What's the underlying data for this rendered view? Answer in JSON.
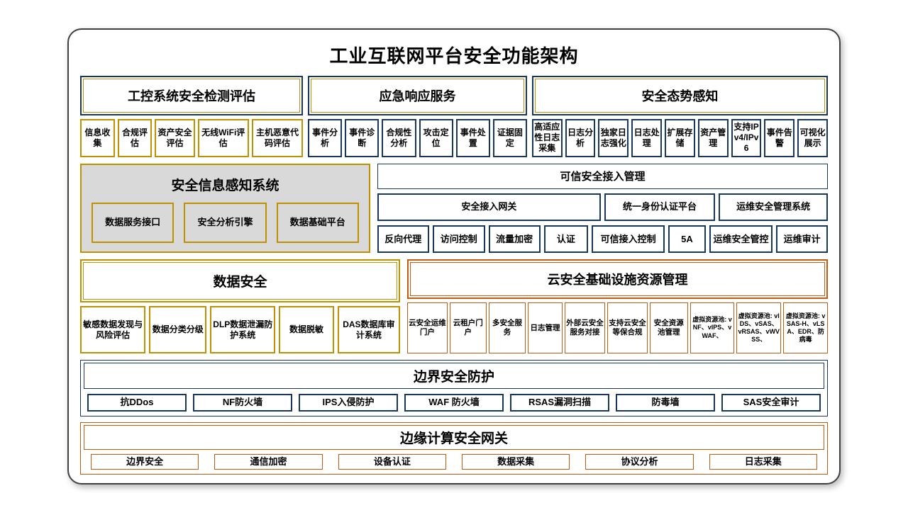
{
  "title": "工业互联网平台安全功能架构",
  "colors": {
    "navy": "#17375e",
    "gold": "#bf9000",
    "orange": "#c55a11",
    "gray": "#d9d9d9",
    "frame": "#404040"
  },
  "ics": {
    "title": "工控系统安全检测评估",
    "items": [
      "信息收集",
      "合规评估",
      "资产安全评估",
      "无线WiFi评估",
      "主机恶意代码评估"
    ]
  },
  "emergency": {
    "title": "应急响应服务",
    "items": [
      "事件分析",
      "事件诊断",
      "合规性分析",
      "攻击定位",
      "事件处置",
      "证据固定"
    ]
  },
  "awareness": {
    "title": "安全态势感知",
    "items": [
      "高适应性日志采集",
      "日志分析",
      "独家日志强化",
      "日志处理",
      "扩展存储",
      "资产管理",
      "支持IPv4/IPv6",
      "事件告警",
      "可视化展示"
    ]
  },
  "perception": {
    "title": "安全信息感知系统",
    "items": [
      "数据服务接口",
      "安全分析引擎",
      "数据基础平台"
    ]
  },
  "trusted": {
    "title": "可信安全接入管理",
    "gateways": [
      "安全接入网关",
      "统一身份认证平台",
      "运维安全管理系统"
    ],
    "items": [
      "反向代理",
      "访问控制",
      "流量加密",
      "认证",
      "可信接入控制",
      "5A",
      "运维安全管控",
      "运维审计"
    ]
  },
  "data_security": {
    "title": "数据安全",
    "items": [
      "敏感数据发现与风险评估",
      "数据分类分级",
      "DLP数据泄漏防护系统",
      "数据脱敏",
      "DAS数据库审计系统"
    ]
  },
  "cloud": {
    "title": "云安全基础设施资源管理",
    "items": [
      "云安全运维门户",
      "云租户门户",
      "多安全服务",
      "日志管理",
      "外部云安全服务对接",
      "支持云安全等保合规",
      "安全资源池管理",
      "虚拟资源池: vNF、vIPS、vWAF、",
      "虚拟资源池: vIDS、vSAS、vRSAS、vWVSS、",
      "虚拟资源池: vSAS-H、vLSA、EDR、防病毒"
    ]
  },
  "border": {
    "title": "边界安全防护",
    "items": [
      "抗DDos",
      "NF防火墙",
      "IPS入侵防护",
      "WAF 防火墙",
      "RSAS漏洞扫描",
      "防毒墙",
      "SAS安全审计"
    ]
  },
  "edge": {
    "title": "边缘计算安全网关",
    "items": [
      "边界安全",
      "通信加密",
      "设备认证",
      "数据采集",
      "协议分析",
      "日志采集"
    ]
  }
}
